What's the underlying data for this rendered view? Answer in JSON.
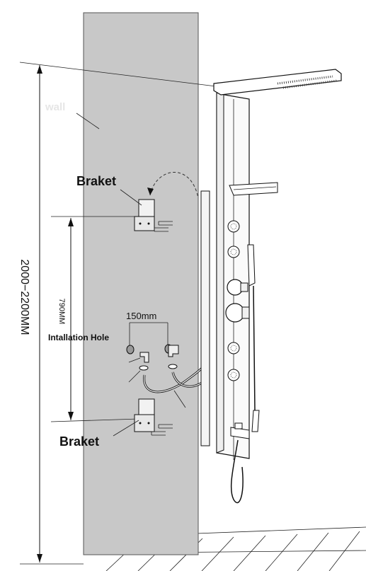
{
  "labels": {
    "wall": "wall",
    "bracket_top": "Braket",
    "bracket_bottom": "Braket",
    "spacing": "150mm",
    "installation_hole": "Intallation Hole",
    "height_bracket": "790MM",
    "height_total": "2000−2200MM"
  },
  "colors": {
    "wall_fill": "#c8c8c8",
    "wall_label": "#e6e6e6",
    "line": "#111111"
  }
}
